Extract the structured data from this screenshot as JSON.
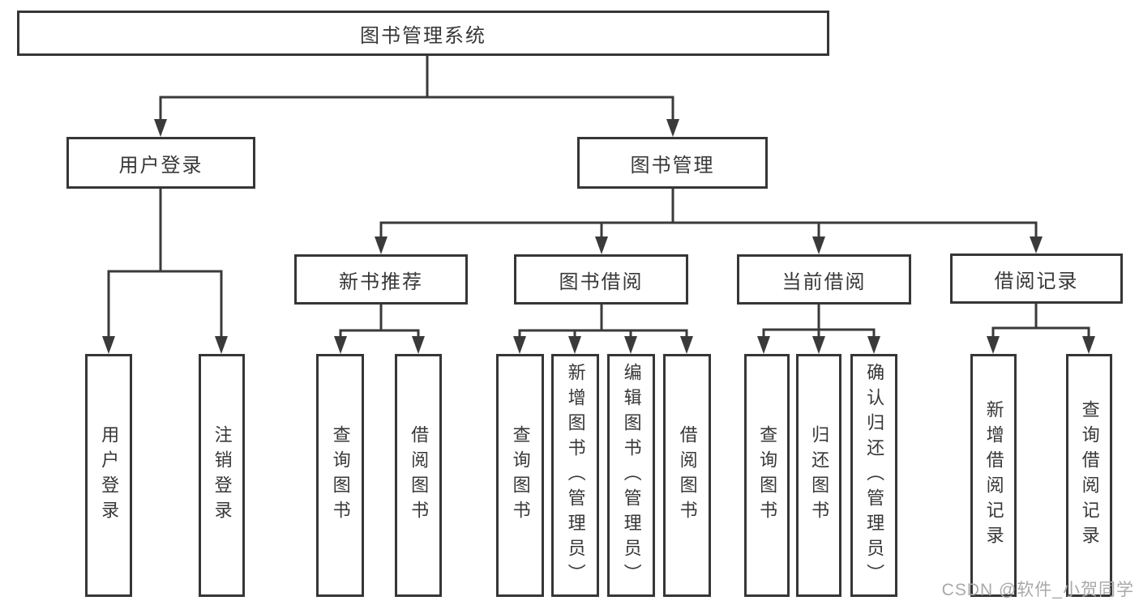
{
  "diagram": {
    "nodes": {
      "root": {
        "label": "图书管理系统"
      },
      "user_login": {
        "label": "用户登录"
      },
      "book_mgmt": {
        "label": "图书管理"
      },
      "new_book_rec": {
        "label": "新书推荐"
      },
      "book_borrow": {
        "label": "图书借阅"
      },
      "current_borrow": {
        "label": "当前借阅"
      },
      "borrow_records": {
        "label": "借阅记录"
      },
      "leaf_user_login": {
        "label": "用户登录"
      },
      "leaf_logout": {
        "label": "注销登录"
      },
      "leaf_rec_query_books": {
        "label": "查询图书"
      },
      "leaf_rec_borrow_books": {
        "label": "借阅图书"
      },
      "leaf_bb_query_books": {
        "label": "查询图书"
      },
      "leaf_bb_add_books": {
        "label": "新增图书（管理员）"
      },
      "leaf_bb_edit_books": {
        "label": "编辑图书（管理员）"
      },
      "leaf_bb_borrow_books": {
        "label": "借阅图书"
      },
      "leaf_cb_query_books": {
        "label": "查询图书"
      },
      "leaf_cb_return_books": {
        "label": "归还图书"
      },
      "leaf_cb_confirm_return": {
        "label": "确认归还（管理员）"
      },
      "leaf_br_add_record": {
        "label": "新增借阅记录"
      },
      "leaf_br_query_record": {
        "label": "查询借阅记录"
      }
    },
    "hierarchy": {
      "图书管理系统": {
        "用户登录": [
          "用户登录",
          "注销登录"
        ],
        "图书管理": {
          "新书推荐": [
            "查询图书",
            "借阅图书"
          ],
          "图书借阅": [
            "查询图书",
            "新增图书（管理员）",
            "编辑图书（管理员）",
            "借阅图书"
          ],
          "当前借阅": [
            "查询图书",
            "归还图书",
            "确认归还（管理员）"
          ],
          "借阅记录": [
            "新增借阅记录",
            "查询借阅记录"
          ]
        }
      }
    },
    "line_color": "#3a3a3a",
    "text_color": "#373737",
    "background_color": "#ffffff"
  },
  "watermark": {
    "text": "CSDN @软件_小贺同学",
    "color": "#a9a9a9"
  }
}
